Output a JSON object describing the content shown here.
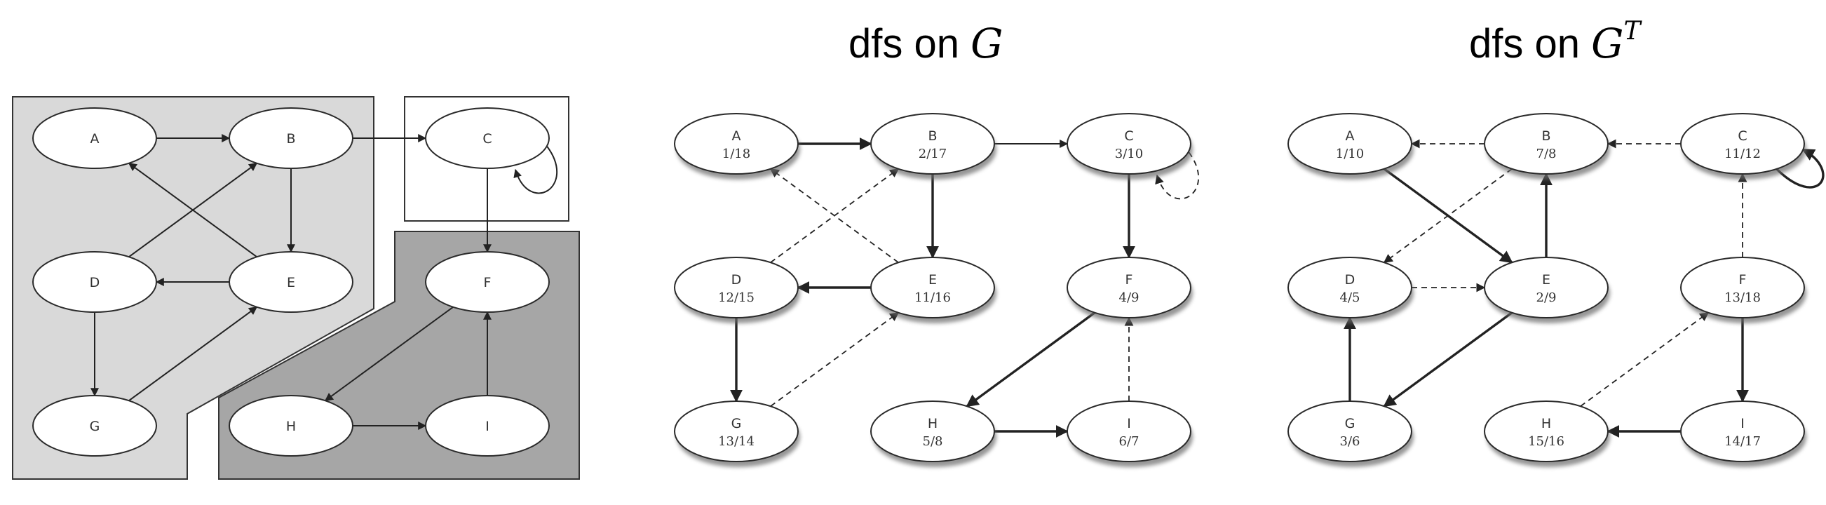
{
  "titles": {
    "dfs_g": {
      "prefix": "dfs on ",
      "graph": "G",
      "sup": ""
    },
    "dfs_gt": {
      "prefix": "dfs on ",
      "graph": "G",
      "sup": "T"
    }
  },
  "panels": [
    {
      "id": "scc",
      "nodes": [
        {
          "id": "A",
          "label": "A",
          "time": ""
        },
        {
          "id": "B",
          "label": "B",
          "time": ""
        },
        {
          "id": "C",
          "label": "C",
          "time": ""
        },
        {
          "id": "D",
          "label": "D",
          "time": ""
        },
        {
          "id": "E",
          "label": "E",
          "time": ""
        },
        {
          "id": "F",
          "label": "F",
          "time": ""
        },
        {
          "id": "G",
          "label": "G",
          "time": ""
        },
        {
          "id": "H",
          "label": "H",
          "time": ""
        },
        {
          "id": "I",
          "label": "I",
          "time": ""
        }
      ],
      "edges": [
        {
          "from": "A",
          "to": "B",
          "style": "thin"
        },
        {
          "from": "B",
          "to": "C",
          "style": "thin"
        },
        {
          "from": "B",
          "to": "E",
          "style": "thin"
        },
        {
          "from": "E",
          "to": "A",
          "style": "thin"
        },
        {
          "from": "D",
          "to": "B",
          "style": "thin"
        },
        {
          "from": "E",
          "to": "D",
          "style": "thin"
        },
        {
          "from": "D",
          "to": "G",
          "style": "thin"
        },
        {
          "from": "G",
          "to": "E",
          "style": "thin"
        },
        {
          "from": "C",
          "to": "F",
          "style": "thin"
        },
        {
          "from": "C",
          "to": "C",
          "style": "thin"
        },
        {
          "from": "F",
          "to": "H",
          "style": "thin"
        },
        {
          "from": "H",
          "to": "I",
          "style": "thin"
        },
        {
          "from": "I",
          "to": "F",
          "style": "thin"
        }
      ]
    },
    {
      "id": "dfs_g",
      "nodes": [
        {
          "id": "A",
          "label": "A",
          "time": "1/18"
        },
        {
          "id": "B",
          "label": "B",
          "time": "2/17"
        },
        {
          "id": "C",
          "label": "C",
          "time": "3/10"
        },
        {
          "id": "D",
          "label": "D",
          "time": "12/15"
        },
        {
          "id": "E",
          "label": "E",
          "time": "11/16"
        },
        {
          "id": "F",
          "label": "F",
          "time": "4/9"
        },
        {
          "id": "G",
          "label": "G",
          "time": "13/14"
        },
        {
          "id": "H",
          "label": "H",
          "time": "5/8"
        },
        {
          "id": "I",
          "label": "I",
          "time": "6/7"
        }
      ],
      "edges": [
        {
          "from": "A",
          "to": "B",
          "style": "tree"
        },
        {
          "from": "B",
          "to": "C",
          "style": "thin"
        },
        {
          "from": "B",
          "to": "E",
          "style": "tree"
        },
        {
          "from": "E",
          "to": "A",
          "style": "dash"
        },
        {
          "from": "D",
          "to": "B",
          "style": "dash"
        },
        {
          "from": "E",
          "to": "D",
          "style": "tree"
        },
        {
          "from": "D",
          "to": "G",
          "style": "tree"
        },
        {
          "from": "G",
          "to": "E",
          "style": "dash"
        },
        {
          "from": "C",
          "to": "F",
          "style": "tree"
        },
        {
          "from": "C",
          "to": "C",
          "style": "dash"
        },
        {
          "from": "F",
          "to": "H",
          "style": "tree"
        },
        {
          "from": "H",
          "to": "I",
          "style": "tree"
        },
        {
          "from": "I",
          "to": "F",
          "style": "dash"
        }
      ]
    },
    {
      "id": "dfs_gt",
      "nodes": [
        {
          "id": "A",
          "label": "A",
          "time": "1/10"
        },
        {
          "id": "B",
          "label": "B",
          "time": "7/8"
        },
        {
          "id": "C",
          "label": "C",
          "time": "11/12"
        },
        {
          "id": "D",
          "label": "D",
          "time": "4/5"
        },
        {
          "id": "E",
          "label": "E",
          "time": "2/9"
        },
        {
          "id": "F",
          "label": "F",
          "time": "13/18"
        },
        {
          "id": "G",
          "label": "G",
          "time": "3/6"
        },
        {
          "id": "H",
          "label": "H",
          "time": "15/16"
        },
        {
          "id": "I",
          "label": "I",
          "time": "14/17"
        }
      ],
      "edges": [
        {
          "from": "B",
          "to": "A",
          "style": "dash"
        },
        {
          "from": "C",
          "to": "B",
          "style": "dash"
        },
        {
          "from": "E",
          "to": "B",
          "style": "tree"
        },
        {
          "from": "A",
          "to": "E",
          "style": "tree"
        },
        {
          "from": "B",
          "to": "D",
          "style": "dash"
        },
        {
          "from": "D",
          "to": "E",
          "style": "dash"
        },
        {
          "from": "G",
          "to": "D",
          "style": "tree"
        },
        {
          "from": "E",
          "to": "G",
          "style": "tree"
        },
        {
          "from": "F",
          "to": "C",
          "style": "dash"
        },
        {
          "from": "C",
          "to": "C",
          "style": "tree"
        },
        {
          "from": "H",
          "to": "F",
          "style": "dash"
        },
        {
          "from": "I",
          "to": "H",
          "style": "tree"
        },
        {
          "from": "F",
          "to": "I",
          "style": "tree"
        }
      ]
    }
  ]
}
